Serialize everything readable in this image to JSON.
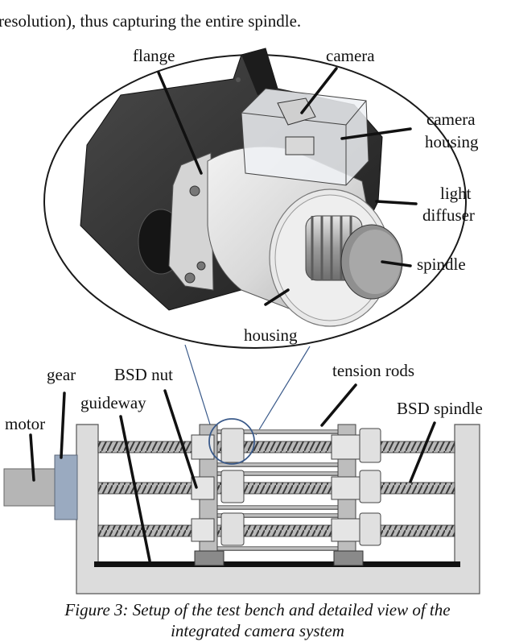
{
  "intro_text": "resolution), thus capturing the entire spindle.",
  "detail_labels": {
    "flange": "flange",
    "camera": "camera",
    "camera_housing_1": "camera",
    "camera_housing_2": "housing",
    "light_diffuser_1": "light",
    "light_diffuser_2": "diffuser",
    "spindle": "spindle",
    "housing": "housing"
  },
  "bench_labels": {
    "gear": "gear",
    "motor": "motor",
    "bsd_nut": "BSD nut",
    "guideway": "guideway",
    "tension_rods": "tension rods",
    "bsd_spindle": "BSD spindle"
  },
  "caption": {
    "line1": "Figure 3: Setup of the test bench and detailed view of the",
    "line2": "integrated camera system"
  },
  "colors": {
    "dark_body": "#2f2f2f",
    "metal": "#c8c8c8",
    "motor": "#b5b5b5",
    "gear": "#9aaac0",
    "frame": "#dcdcdc"
  }
}
